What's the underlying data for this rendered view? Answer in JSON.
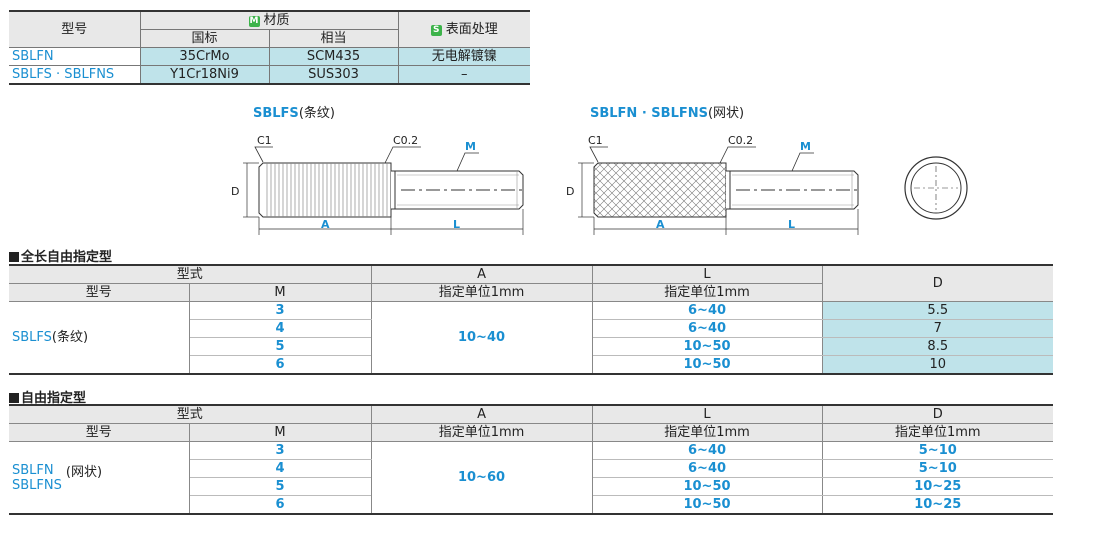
{
  "material_table": {
    "h_model": "型号",
    "h_material": "材质",
    "badge_m": "M",
    "h_national": "国标",
    "h_equivalent": "相当",
    "badge_s": "S",
    "h_surface": "表面处理",
    "rows": [
      {
        "model": "SBLFN",
        "national": "35CrMo",
        "equivalent": "SCM435",
        "surface": "无电解镀镍"
      },
      {
        "model": "SBLFS · SBLFNS",
        "national": "Y1Cr18Ni9",
        "equivalent": "SUS303",
        "surface": "–"
      }
    ]
  },
  "drawings": {
    "left_title_model": "SBLFS",
    "left_title_suffix": "(条纹)",
    "right_title_model": "SBLFN · SBLFNS",
    "right_title_suffix": "(网状)",
    "c1": "C1",
    "c02": "C0.2",
    "m": "M",
    "d": "D",
    "a": "A",
    "l": "L"
  },
  "section1": {
    "title": "全长自由指定型",
    "h_type": "型式",
    "h_a": "A",
    "h_l": "L",
    "h_d": "D",
    "h_model": "型号",
    "h_m": "M",
    "h_a_unit": "指定单位1mm",
    "h_l_unit": "指定单位1mm",
    "model": "SBLFS",
    "model_suffix": "(条纹)",
    "a_range": "10~40",
    "rows": [
      {
        "m": "3",
        "l": "6~40",
        "d": "5.5"
      },
      {
        "m": "4",
        "l": "6~40",
        "d": "7"
      },
      {
        "m": "5",
        "l": "10~50",
        "d": "8.5"
      },
      {
        "m": "6",
        "l": "10~50",
        "d": "10"
      }
    ]
  },
  "section2": {
    "title": "自由指定型",
    "h_type": "型式",
    "h_a": "A",
    "h_l": "L",
    "h_d": "D",
    "h_model": "型号",
    "h_m": "M",
    "h_a_unit": "指定单位1mm",
    "h_l_unit": "指定单位1mm",
    "h_d_unit": "指定单位1mm",
    "model1": "SBLFN",
    "model2": "SBLFNS",
    "model_suffix": "(网状)",
    "a_range": "10~60",
    "rows": [
      {
        "m": "3",
        "l": "6~40",
        "d": "5~10"
      },
      {
        "m": "4",
        "l": "6~40",
        "d": "5~10"
      },
      {
        "m": "5",
        "l": "10~50",
        "d": "10~25"
      },
      {
        "m": "6",
        "l": "10~50",
        "d": "10~25"
      }
    ]
  }
}
